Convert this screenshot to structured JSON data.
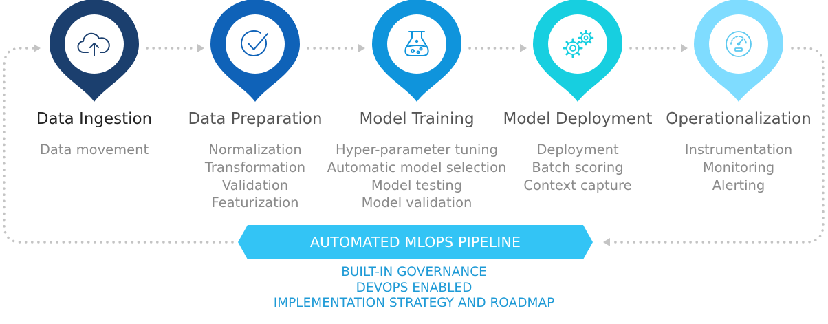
{
  "banner": {
    "label": "AUTOMATED MLOPS PIPELINE",
    "color": "#33c4f5"
  },
  "footer": {
    "lines": [
      "BUILT-IN GOVERNANCE",
      "DEVOPS ENABLED",
      "IMPLEMENTATION STRATEGY AND ROADMAP"
    ]
  },
  "stages": [
    {
      "title": "Data Ingestion",
      "items": [
        "Data movement"
      ],
      "icon": "cloud-upload-icon",
      "color": "#1b3f6e"
    },
    {
      "title": "Data Preparation",
      "items": [
        "Normalization",
        "Transformation",
        "Validation",
        "Featurization"
      ],
      "icon": "checkmark-circle-icon",
      "color": "#0f62b8"
    },
    {
      "title": "Model Training",
      "items": [
        "Hyper-parameter tuning",
        "Automatic model selection",
        "Model testing",
        "Model validation"
      ],
      "icon": "flask-icon",
      "color": "#0f94dc"
    },
    {
      "title": "Model Deployment",
      "items": [
        "Deployment",
        "Batch scoring",
        "Context capture"
      ],
      "icon": "gears-icon",
      "color": "#17cfe0"
    },
    {
      "title": "Operationalization",
      "items": [
        "Instrumentation",
        "Monitoring",
        "Alerting"
      ],
      "icon": "gauge-icon",
      "color": "#7fdcff"
    }
  ]
}
